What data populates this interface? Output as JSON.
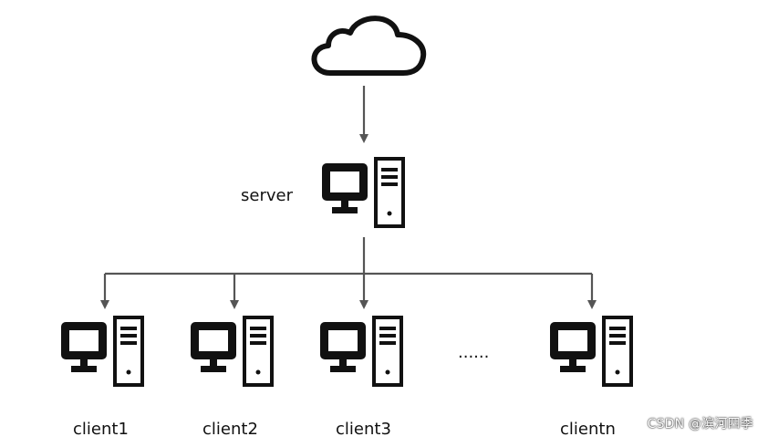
{
  "diagram": {
    "server_label": "server",
    "client_labels": [
      "client1",
      "client2",
      "client3",
      "clientn"
    ],
    "ellipsis": "......"
  },
  "watermark": "CSDN @滨河四季",
  "icons": {
    "cloud": "cloud-icon",
    "server": "server-computer-icon",
    "client": "client-computer-icon"
  },
  "colors": {
    "stroke": "#222222",
    "line": "#555555"
  }
}
